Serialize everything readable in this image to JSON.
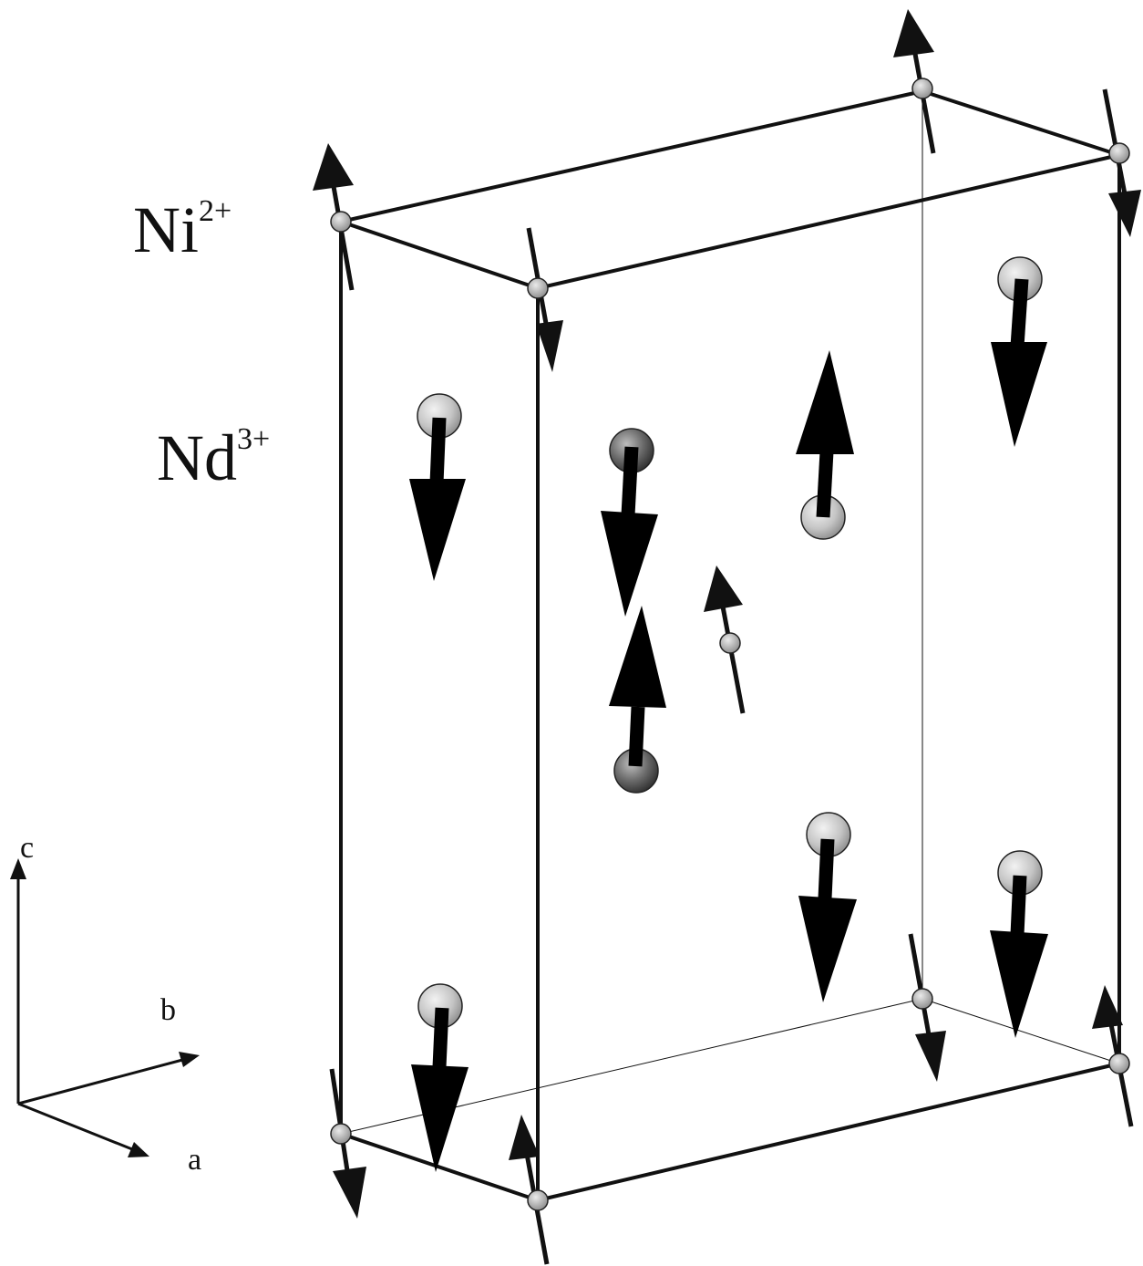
{
  "labels": {
    "ni_base": "Ni",
    "ni_charge": "2+",
    "nd_base": "Nd",
    "nd_charge": "3+"
  },
  "axes": {
    "c": "c",
    "b": "b",
    "a": "a"
  },
  "colors": {
    "ink": "#111111",
    "atom_light": "#d0d0d0",
    "atom_dark": "#6a6a6a"
  }
}
